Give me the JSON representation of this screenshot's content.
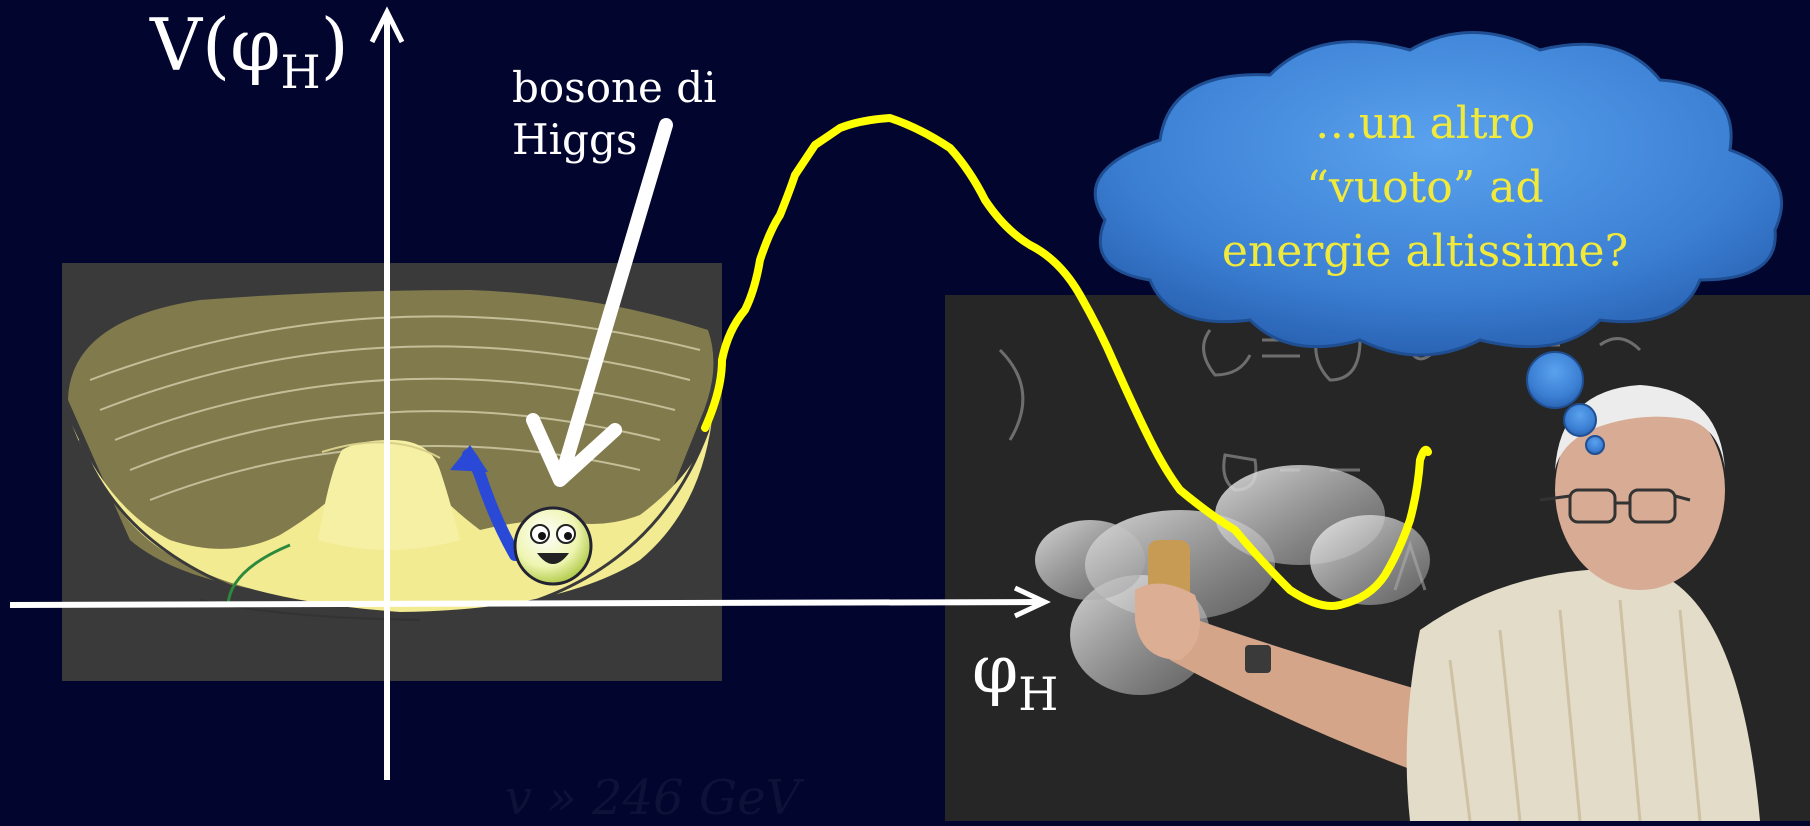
{
  "labels": {
    "y_axis": "V(φ",
    "y_axis_sub": "H",
    "y_axis_close": ")",
    "x_axis": "φ",
    "x_axis_sub": "H",
    "boson_line1": "bosone di",
    "boson_line2": "Higgs",
    "vev_text": "v » 246 GeV"
  },
  "thought_bubble": {
    "line1": "…un altro",
    "line2": "“vuoto”  ad",
    "line3": "energie altissime?"
  },
  "colors": {
    "background": "#02052e",
    "curve": "#ffff00",
    "bubble": "#3f82d6",
    "bubble_text": "#f2ea3a",
    "axes": "#ffffff"
  },
  "icons": {
    "ball": "smiley-ball-icon",
    "potential": "mexican-hat-potential-icon",
    "photo": "physicist-at-blackboard-icon"
  }
}
